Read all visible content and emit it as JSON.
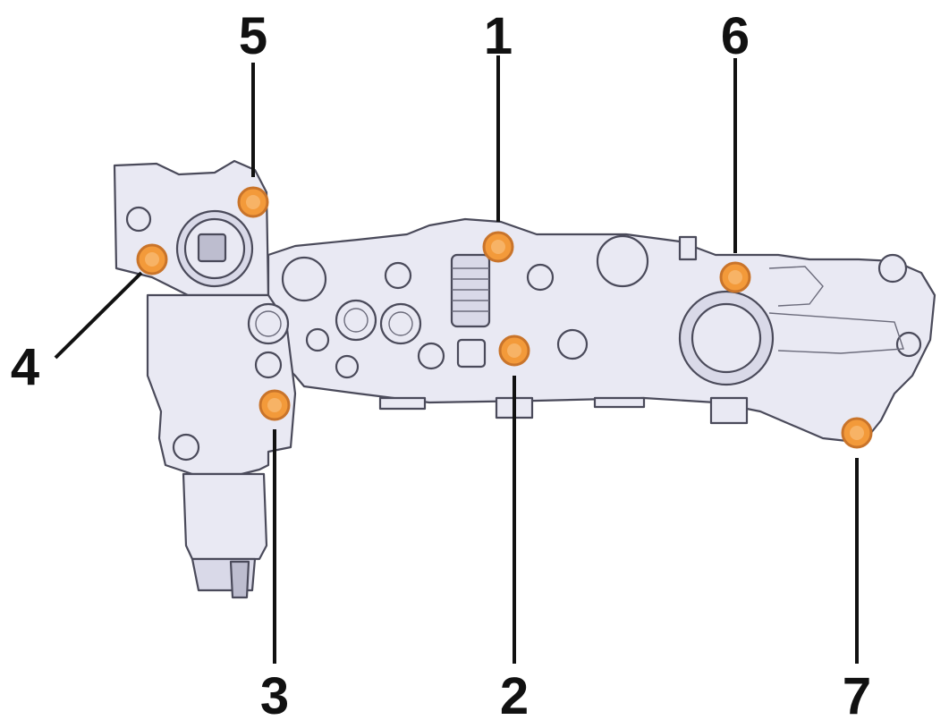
{
  "diagram": {
    "callouts": [
      {
        "label": "1"
      },
      {
        "label": "2"
      },
      {
        "label": "3"
      },
      {
        "label": "4"
      },
      {
        "label": "5"
      },
      {
        "label": "6"
      },
      {
        "label": "7"
      }
    ]
  },
  "colors": {
    "bolt": "#f39a3a",
    "bolt_ring": "#c9742a",
    "leader": "#111111",
    "body_fill": "#e9e9f3",
    "outline": "#4a4a5a"
  }
}
